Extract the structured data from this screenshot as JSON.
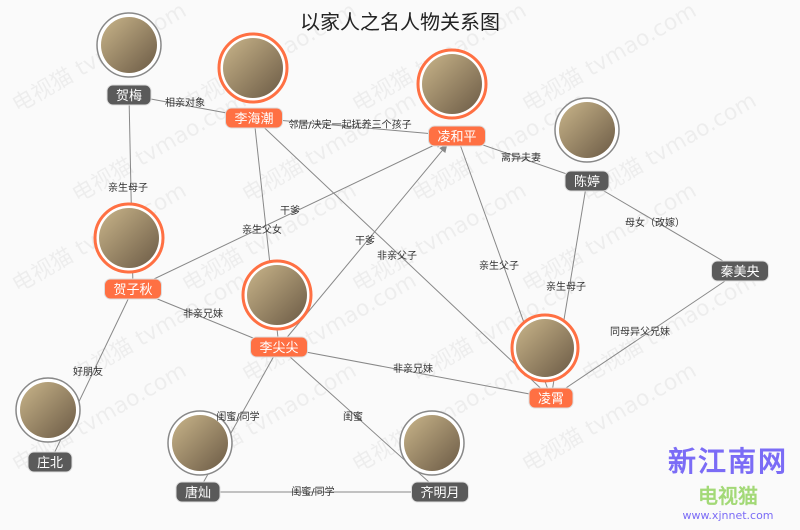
{
  "title": "以家人之名人物关系图",
  "colors": {
    "main": "#ff7043",
    "minor": "#5a5a5a",
    "edge": "#888888"
  },
  "nodes": [
    {
      "id": "hemei",
      "name": "贺梅",
      "type": "minor",
      "photo": true
    },
    {
      "id": "lihaichao",
      "name": "李海潮",
      "type": "main",
      "photo": true
    },
    {
      "id": "linghep",
      "name": "凌和平",
      "type": "main",
      "photo": true
    },
    {
      "id": "chenting",
      "name": "陈婷",
      "type": "minor",
      "photo": true
    },
    {
      "id": "hezq",
      "name": "贺子秋",
      "type": "main",
      "photo": true
    },
    {
      "id": "lijj",
      "name": "李尖尖",
      "type": "main",
      "photo": true
    },
    {
      "id": "qinmy",
      "name": "秦美央",
      "type": "minor",
      "photo": false
    },
    {
      "id": "lingxiao",
      "name": "凌霄",
      "type": "main",
      "photo": true
    },
    {
      "id": "zhuangbei",
      "name": "庄北",
      "type": "minor",
      "photo": true
    },
    {
      "id": "tangcan",
      "name": "唐灿",
      "type": "minor",
      "photo": true
    },
    {
      "id": "qimy",
      "name": "齐明月",
      "type": "minor",
      "photo": true
    }
  ],
  "edges": [
    {
      "from": "hemei",
      "to": "lihaichao",
      "label": "相亲对象"
    },
    {
      "from": "hemei",
      "to": "hezq",
      "label": "亲生母子"
    },
    {
      "from": "lihaichao",
      "to": "linghep",
      "label": "邻居/决定一起抚养三个孩子"
    },
    {
      "from": "linghep",
      "to": "chenting",
      "label": "离异夫妻"
    },
    {
      "from": "hezq",
      "to": "linghep",
      "label": "干爹",
      "arrow": true
    },
    {
      "from": "lihaichao",
      "to": "lijj",
      "label": "亲生父女"
    },
    {
      "from": "lijj",
      "to": "linghep",
      "label": "干爹",
      "arrow": true
    },
    {
      "from": "lihaichao",
      "to": "lingxiao",
      "label": "非亲父子"
    },
    {
      "from": "linghep",
      "to": "lingxiao",
      "label": "亲生父子"
    },
    {
      "from": "chenting",
      "to": "lingxiao",
      "label": "亲生母子"
    },
    {
      "from": "chenting",
      "to": "qinmy",
      "label": "母女（改嫁）"
    },
    {
      "from": "qinmy",
      "to": "lingxiao",
      "label": "同母异父兄妹"
    },
    {
      "from": "hezq",
      "to": "lijj",
      "label": "非亲兄妹",
      "arrow": true
    },
    {
      "from": "lijj",
      "to": "lingxiao",
      "label": "非亲兄妹"
    },
    {
      "from": "hezq",
      "to": "zhuangbei",
      "label": "好朋友"
    },
    {
      "from": "lijj",
      "to": "tangcan",
      "label": "闺蜜/同学"
    },
    {
      "from": "lijj",
      "to": "qimy",
      "label": "闺蜜"
    },
    {
      "from": "tangcan",
      "to": "qimy",
      "label": "闺蜜/同学"
    }
  ],
  "watermark": "电视猫 tvmao.com",
  "logo": {
    "line1": "新江南网",
    "line2": "电视猫",
    "line3": "www.xjnnet.com"
  }
}
